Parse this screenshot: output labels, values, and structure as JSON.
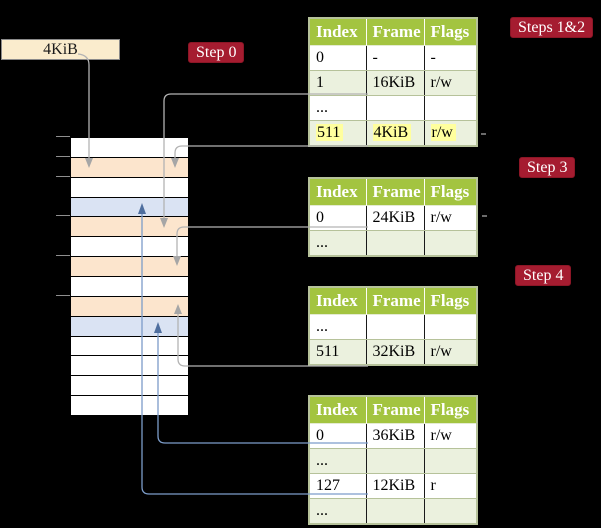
{
  "memory_box": {
    "label": "4KiB"
  },
  "step_labels": {
    "step0": "Step 0",
    "steps12": "Steps 1&2",
    "step3": "Step 3",
    "step4": "Step 4"
  },
  "tables": [
    {
      "headers": [
        "Index",
        "Frame",
        "Flags"
      ],
      "rows": [
        {
          "cells": [
            "0",
            "-",
            "-"
          ]
        },
        {
          "cells": [
            "1",
            "16KiB",
            "r/w"
          ]
        },
        {
          "cells": [
            "...",
            "",
            ""
          ]
        },
        {
          "cells": [
            "511",
            "4KiB",
            "r/w"
          ]
        }
      ]
    },
    {
      "headers": [
        "Index",
        "Frame",
        "Flags"
      ],
      "rows": [
        {
          "cells": [
            "0",
            "24KiB",
            "r/w"
          ]
        },
        {
          "cells": [
            "...",
            "",
            ""
          ]
        }
      ]
    },
    {
      "headers": [
        "Index",
        "Frame",
        "Flags"
      ],
      "rows": [
        {
          "cells": [
            "...",
            "",
            ""
          ]
        },
        {
          "cells": [
            "511",
            "32KiB",
            "r/w"
          ]
        }
      ]
    },
    {
      "headers": [
        "Index",
        "Frame",
        "Flags"
      ],
      "rows": [
        {
          "cells": [
            "0",
            "36KiB",
            "r/w"
          ]
        },
        {
          "cells": [
            "...",
            "",
            ""
          ]
        },
        {
          "cells": [
            "127",
            "12KiB",
            "r"
          ]
        },
        {
          "cells": [
            "...",
            "",
            ""
          ]
        }
      ]
    }
  ],
  "colors": {
    "background": "#000000",
    "step_label_bg": "#a51c30",
    "table_header_bg": "#a3c440",
    "table_row_alt_bg": "#ebf1de",
    "highlight_bg": "#ffff9e",
    "stack_frame_orange": "#fce5cd",
    "stack_frame_blue": "#dae3f3",
    "memory_box_bg": "#faeccd",
    "gray_arrow": "#b3b3b3",
    "blue_arrow": "#7c9cc9"
  }
}
